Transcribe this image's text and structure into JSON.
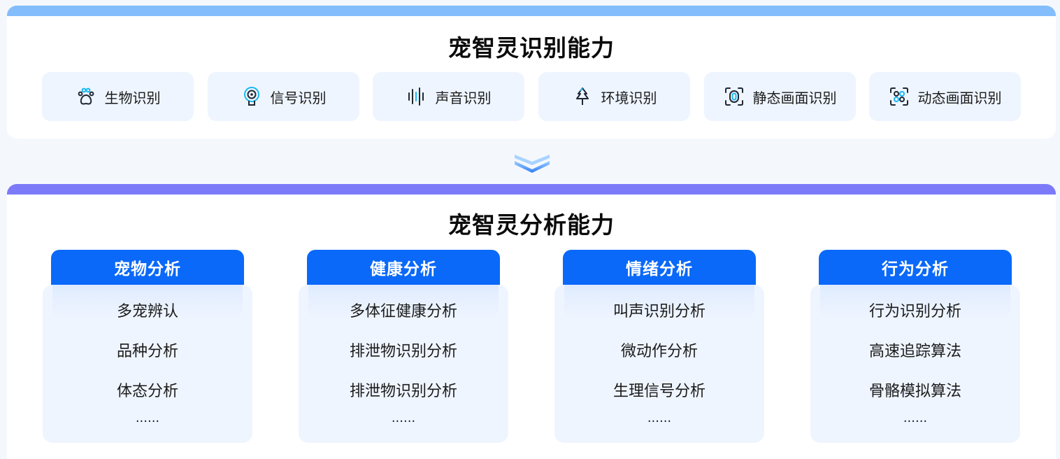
{
  "recognition": {
    "title": "宠智灵识别能力",
    "items": [
      {
        "label": "生物识别",
        "icon": "paw-icon"
      },
      {
        "label": "信号识别",
        "icon": "signal-pin-icon"
      },
      {
        "label": "声音识别",
        "icon": "sound-wave-icon"
      },
      {
        "label": "环境识别",
        "icon": "tree-icon"
      },
      {
        "label": "静态画面识别",
        "icon": "scan-frame-icon"
      },
      {
        "label": "动态画面识别",
        "icon": "dynamic-scan-icon"
      }
    ]
  },
  "analysis": {
    "title": "宠智灵分析能力",
    "columns": [
      {
        "header": "宠物分析",
        "items": [
          "多宠辨认",
          "品种分析",
          "体态分析"
        ],
        "more": "......"
      },
      {
        "header": "健康分析",
        "items": [
          "多体征健康分析",
          "排泄物识别分析",
          "排泄物识别分析"
        ],
        "more": "......"
      },
      {
        "header": "情绪分析",
        "items": [
          "叫声识别分析",
          "微动作分析",
          "生理信号分析"
        ],
        "more": "......"
      },
      {
        "header": "行为分析",
        "items": [
          "行为识别分析",
          "高速追踪算法",
          "骨骼模拟算法"
        ],
        "more": "......"
      }
    ]
  },
  "colors": {
    "top_strip": "#84bdfb",
    "bottom_strip": "#7c7af9",
    "column_header": "#0a69f9",
    "icon_accent": "#19b8f0"
  }
}
